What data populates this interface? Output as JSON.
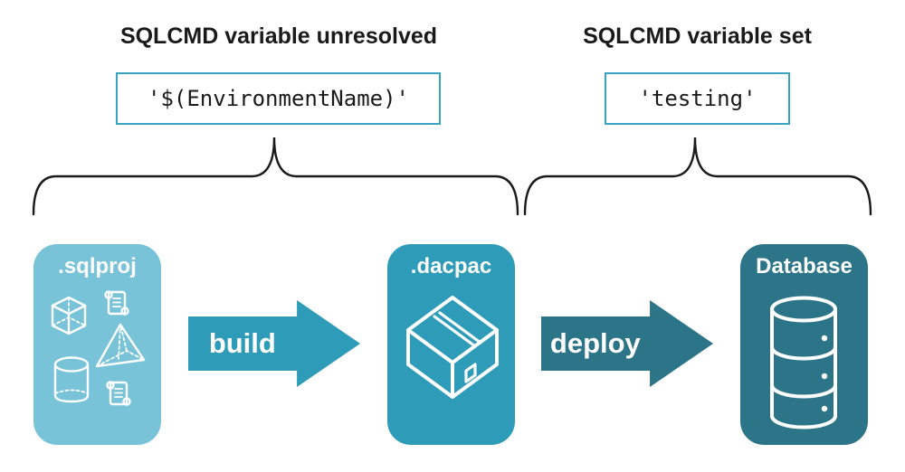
{
  "colors": {
    "light_node": "#79c3d9",
    "mid_node": "#2e9cb8",
    "dark_node": "#2c7487",
    "code_border": "#39a3c0",
    "text_color": "#1a1a1a"
  },
  "annotations": {
    "unresolved": {
      "heading": "SQLCMD variable unresolved",
      "code": "'$(EnvironmentName)'"
    },
    "resolved": {
      "heading": "SQLCMD variable set",
      "code": "'testing'"
    }
  },
  "pipeline": {
    "nodes": [
      {
        "label": ".sqlproj",
        "icon": "sql-project-objects-icon"
      },
      {
        "label": ".dacpac",
        "icon": "package-icon"
      },
      {
        "label": "Database",
        "icon": "database-icon"
      }
    ],
    "arrows": [
      {
        "label": "build"
      },
      {
        "label": "deploy"
      }
    ]
  }
}
